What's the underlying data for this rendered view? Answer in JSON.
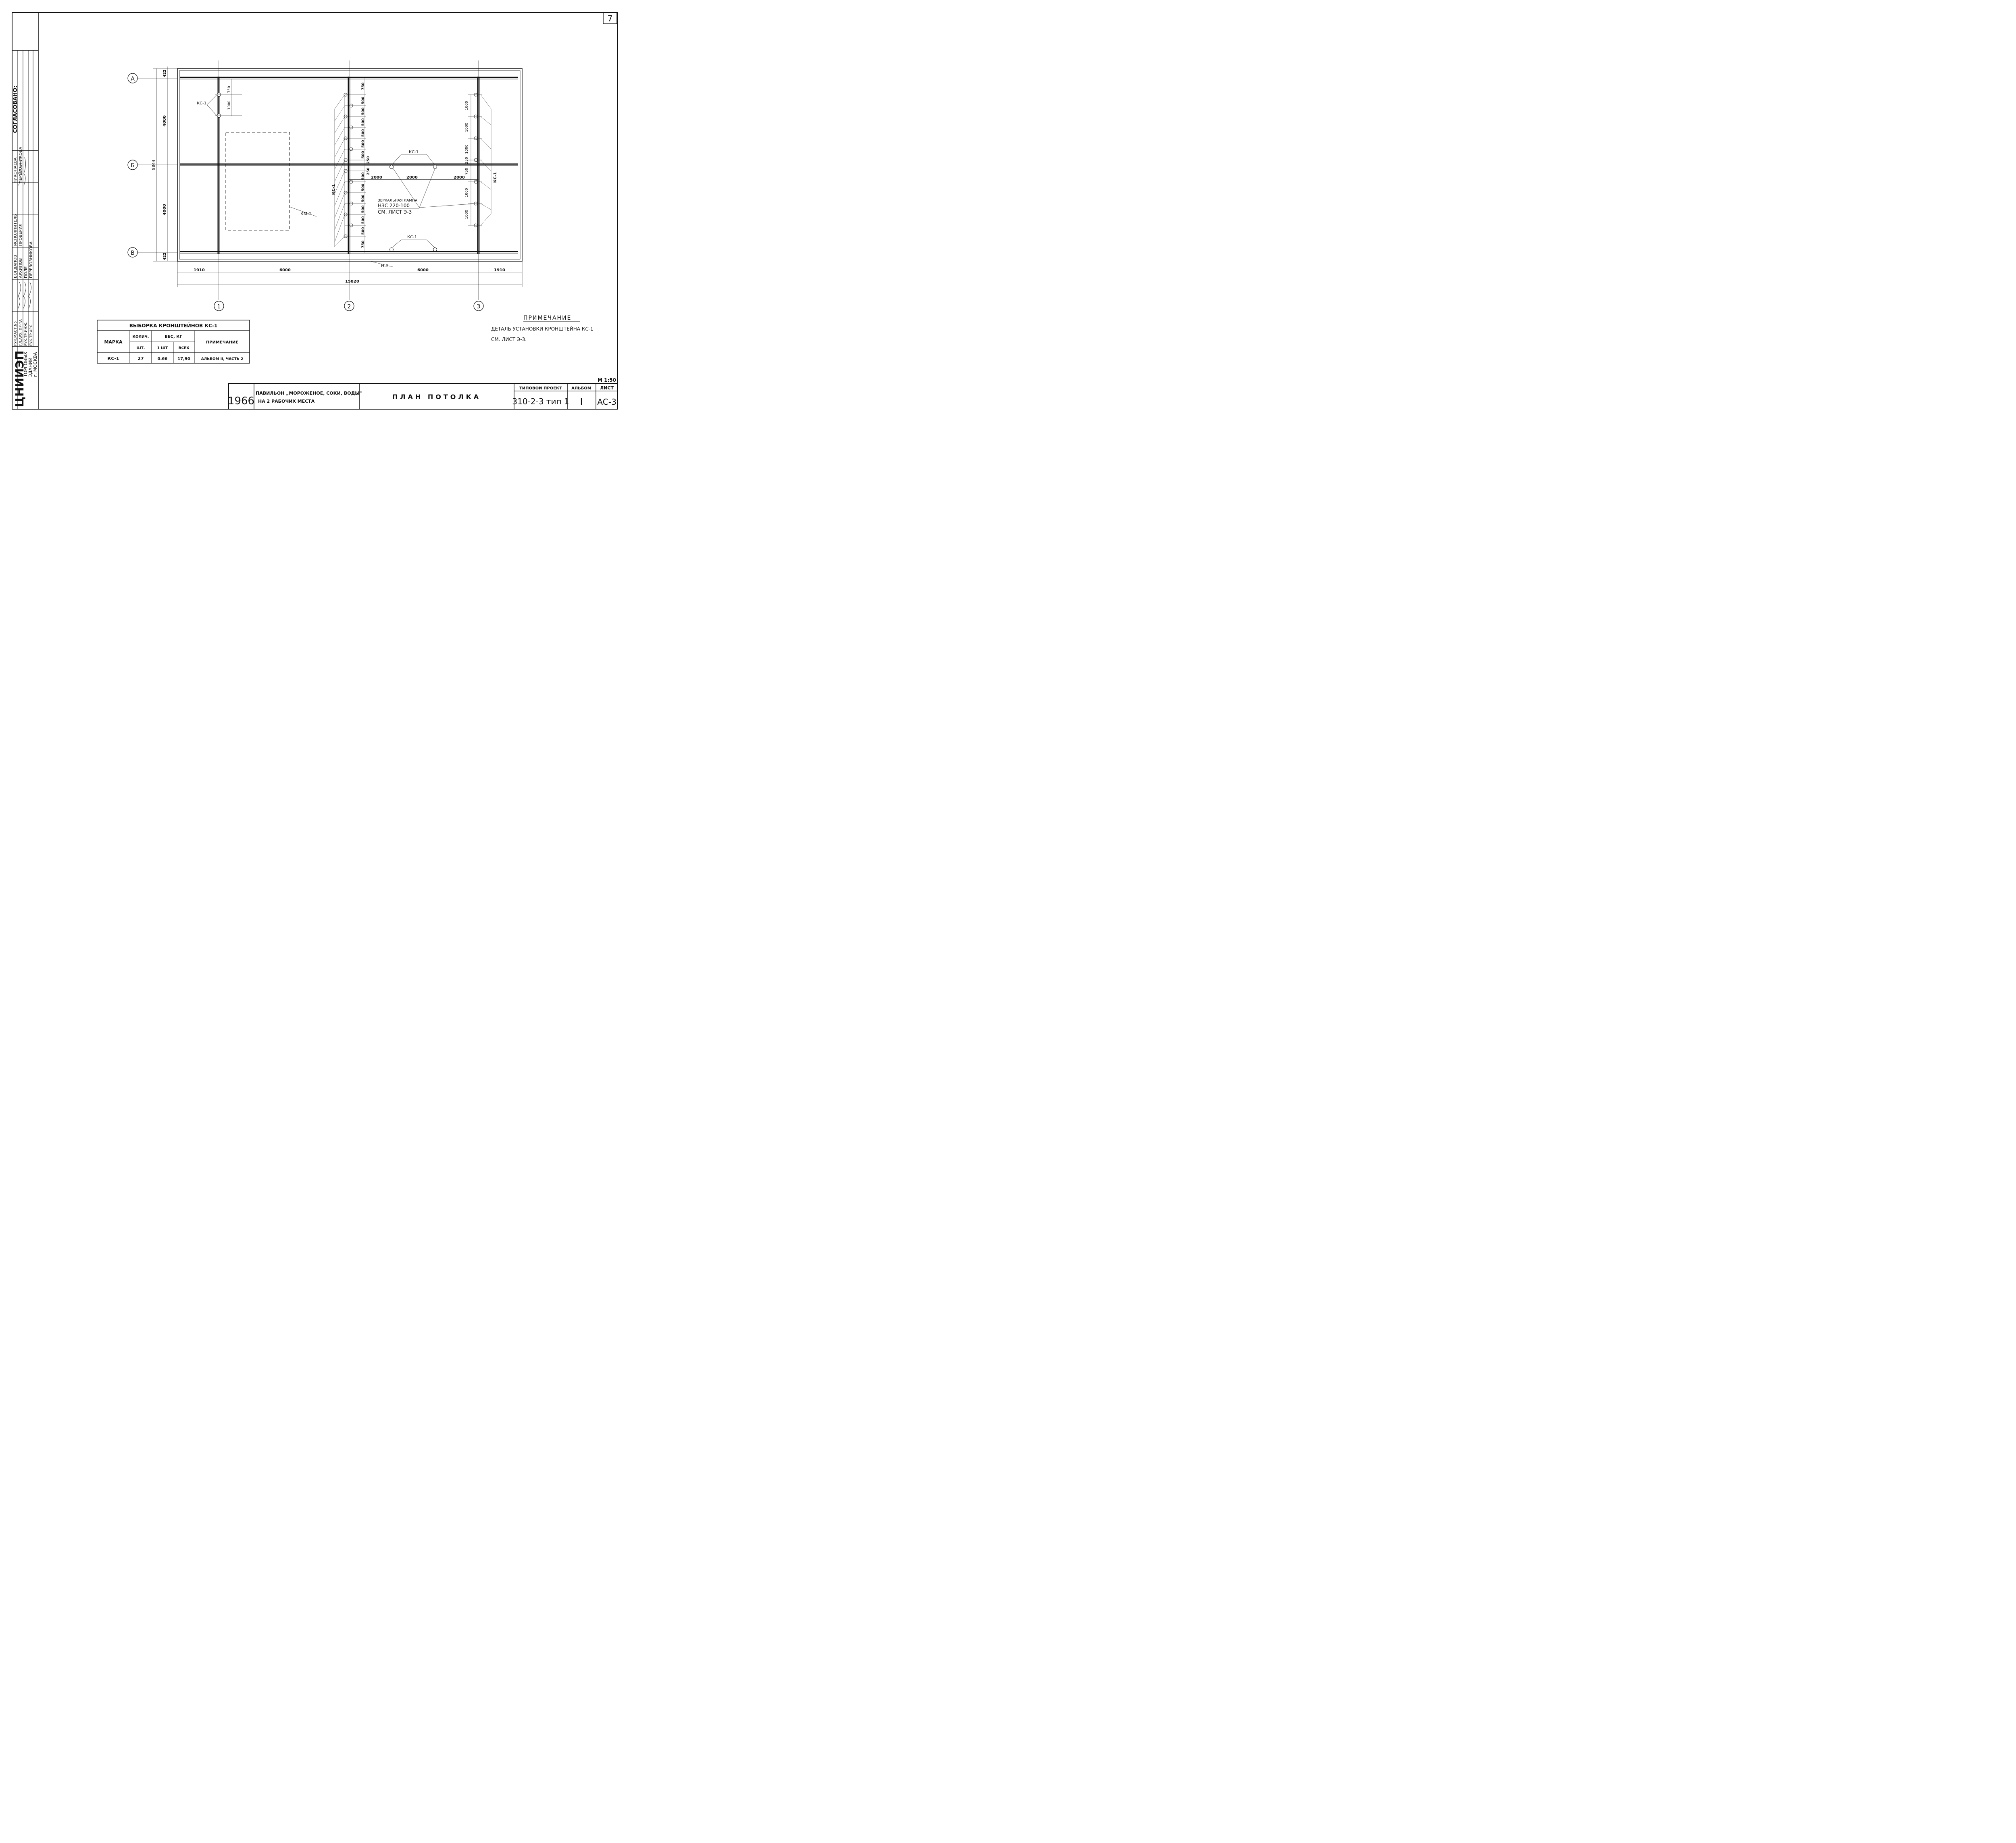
{
  "sheet_number": "7",
  "approval": "СОГЛАСОВАНО:",
  "axes": {
    "rows": [
      "А",
      "Б",
      "В"
    ],
    "cols": [
      "1",
      "2",
      "3"
    ]
  },
  "dims": {
    "top_offset": "422",
    "bottom_offset": "422",
    "a_b": "4000",
    "b_c": "4000",
    "total_vertical": "8844",
    "left_span": "1910",
    "mid_left": "6000",
    "mid_right": "6000",
    "right_span": "1910",
    "total": "15820",
    "col1_top": "750",
    "col1_gap": "1000",
    "col2_labels": [
      "750",
      "500",
      "500",
      "500",
      "500",
      "500",
      "500",
      "250",
      "500",
      "500",
      "500",
      "500",
      "500",
      "500",
      "750"
    ],
    "col2_mid": "250",
    "col3_labels": [
      "1000",
      "1000",
      "1000",
      "250",
      "750",
      "1000",
      "1000"
    ],
    "horiz_2000_a": "2000",
    "horiz_2000_b": "2000",
    "horiz_2000_c": "2000"
  },
  "labels": {
    "kc1": "КС-1",
    "km2": "КМ-2",
    "h2": "Н-2",
    "lamp_line1": "ЗЕРКАЛЬНАЯ ЛАМПА",
    "lamp_line2": "НЗС 220-100",
    "lamp_line3": "СМ. ЛИСТ Э-3"
  },
  "note": {
    "title": "ПРИМЕЧАНИЕ",
    "line1": "ДЕТАЛЬ УСТАНОВКИ КРОНШТЕЙНА КС-1",
    "line2": "СМ. ЛИСТ Э-3."
  },
  "table": {
    "title": "ВЫБОРКА КРОНШТЕЙНОВ КС-1",
    "col_mark": "МАРКА",
    "col_qty": "КОЛИЧ.",
    "col_qty_unit": "ШТ.",
    "col_weight": "ВЕС, КГ",
    "col_w_one": "1 ШТ",
    "col_w_all": "ВСЕХ",
    "col_note": "ПРИМЕЧАНИЕ",
    "row": {
      "mark": "КС-1",
      "qty": "27",
      "w_one": "0.66",
      "w_all": "17,90",
      "note": "АЛЬБОМ II, ЧАСТЬ 2"
    }
  },
  "side_stamp": {
    "people": [
      "РУК.МАСТ.N5",
      "ГЛ.АРХ. ПР-ТА",
      "РУК.ТР.ИНЖ.",
      "РУК.ТР.АРХ."
    ],
    "names_a": [
      "БОГДАНОВ",
      "АРХИПОВ",
      "ПОЛЕ",
      "ПЕРЕВОЗНИКОВА"
    ],
    "roles": [
      "ИСПОЛНИТЕЛЬ",
      "ПРОВЕРИЛ"
    ],
    "names_b": [
      "НИКОЛАЕВА",
      "ПЕРЕВОЗНИКОВА"
    ],
    "org_line1": "ТОРГОВЫХ",
    "org_line2": "ЗДАНИЙ",
    "org_line3": "г. МОСКВА",
    "org_logo": "ЦНИИЭП"
  },
  "title_block": {
    "year": "1966",
    "project_line1": "ПАВИЛЬОН „МОРОЖЕНОЕ, СОКИ, ВОДЫ\"",
    "project_line2": "НА 2 РАБОЧИХ МЕСТА",
    "drawing_title": "ПЛАН ПОТОЛКА",
    "typ_label": "ТИПОВОЙ ПРОЕКТ",
    "typ_value": "310-2-3 тип 1",
    "album_label": "АЛЬБОМ",
    "album_value": "I",
    "sheet_label": "ЛИСТ",
    "sheet_value": "АС-3",
    "scale": "М 1:50"
  }
}
